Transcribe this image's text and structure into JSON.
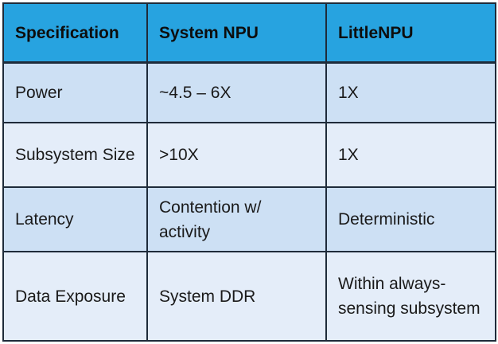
{
  "table": {
    "headers": [
      "Specification",
      "System NPU",
      "LittleNPU"
    ],
    "rows": [
      [
        "Power",
        "~4.5 – 6X",
        "1X"
      ],
      [
        "Subsystem Size",
        ">10X",
        "1X"
      ],
      [
        "Latency",
        "Contention w/ activity",
        "Deterministic"
      ],
      [
        "Data Exposure",
        "System DDR",
        "Within always-sensing subsystem"
      ]
    ]
  },
  "colors": {
    "header_bg": "#27a3e0",
    "row_dark": "#cde0f4",
    "row_light": "#e4edf9",
    "border": "#1e2b3a"
  }
}
